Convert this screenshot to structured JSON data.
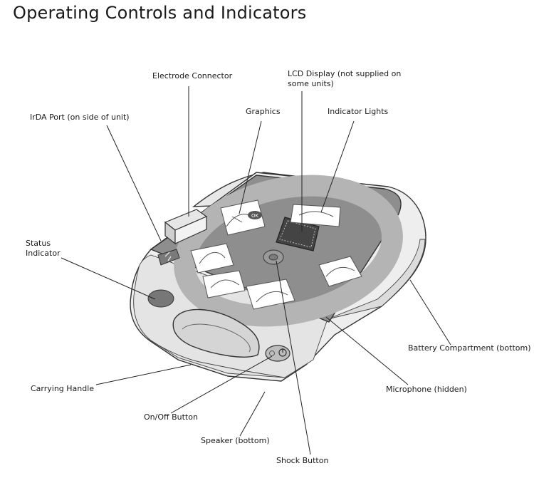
{
  "title": "Operating Controls and Indicators",
  "labels": {
    "electrode_connector": "Electrode Connector",
    "lcd_display_line1": "LCD Display (not supplied on",
    "lcd_display_line2": "some units)",
    "irda_port": "IrDA Port (on side of unit)",
    "graphics": "Graphics",
    "indicator_lights": "Indicator Lights",
    "status_indicator_line1": "Status",
    "status_indicator_line2": "Indicator",
    "battery_compartment": "Battery Compartment (bottom)",
    "carrying_handle": "Carrying Handle",
    "microphone": "Microphone (hidden)",
    "on_off_button": "On/Off Button",
    "speaker": "Speaker (bottom)",
    "shock_button": "Shock Button"
  },
  "device_marks": {
    "ok_badge": "OK"
  },
  "colors": {
    "panel": "#8e8e8e",
    "ring": "#b4b4b4",
    "body": "#eeeeee",
    "outline": "#333333"
  }
}
